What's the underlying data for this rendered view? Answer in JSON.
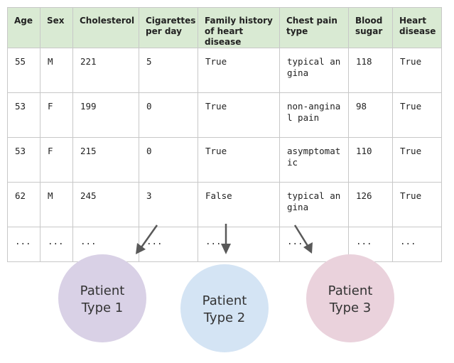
{
  "table": {
    "headers": [
      "Age",
      "Sex",
      "Cholesterol",
      "Cigarettes per day",
      "Family history of heart disease",
      "Chest pain type",
      "Blood sugar",
      "Heart disease"
    ],
    "rows": [
      [
        "55",
        "M",
        "221",
        "5",
        "True",
        "typical angina",
        "118",
        "True"
      ],
      [
        "53",
        "F",
        "199",
        "0",
        "True",
        "non-anginal pain",
        "98",
        "True"
      ],
      [
        "53",
        "F",
        "215",
        "0",
        "True",
        "asymptomatic",
        "110",
        "True"
      ],
      [
        "62",
        "M",
        "245",
        "3",
        "False",
        "typical angina",
        "126",
        "True"
      ],
      [
        "...",
        "...",
        "...",
        "...",
        "...",
        "...",
        "...",
        "..."
      ]
    ]
  },
  "clusters": [
    {
      "line1": "Patient",
      "line2": "Type 1",
      "color": "#d9d1e6"
    },
    {
      "line1": "Patient",
      "line2": "Type 2",
      "color": "#d4e4f4"
    },
    {
      "line1": "Patient",
      "line2": "Type 3",
      "color": "#ead2dc"
    }
  ],
  "arrow_color": "#595959"
}
